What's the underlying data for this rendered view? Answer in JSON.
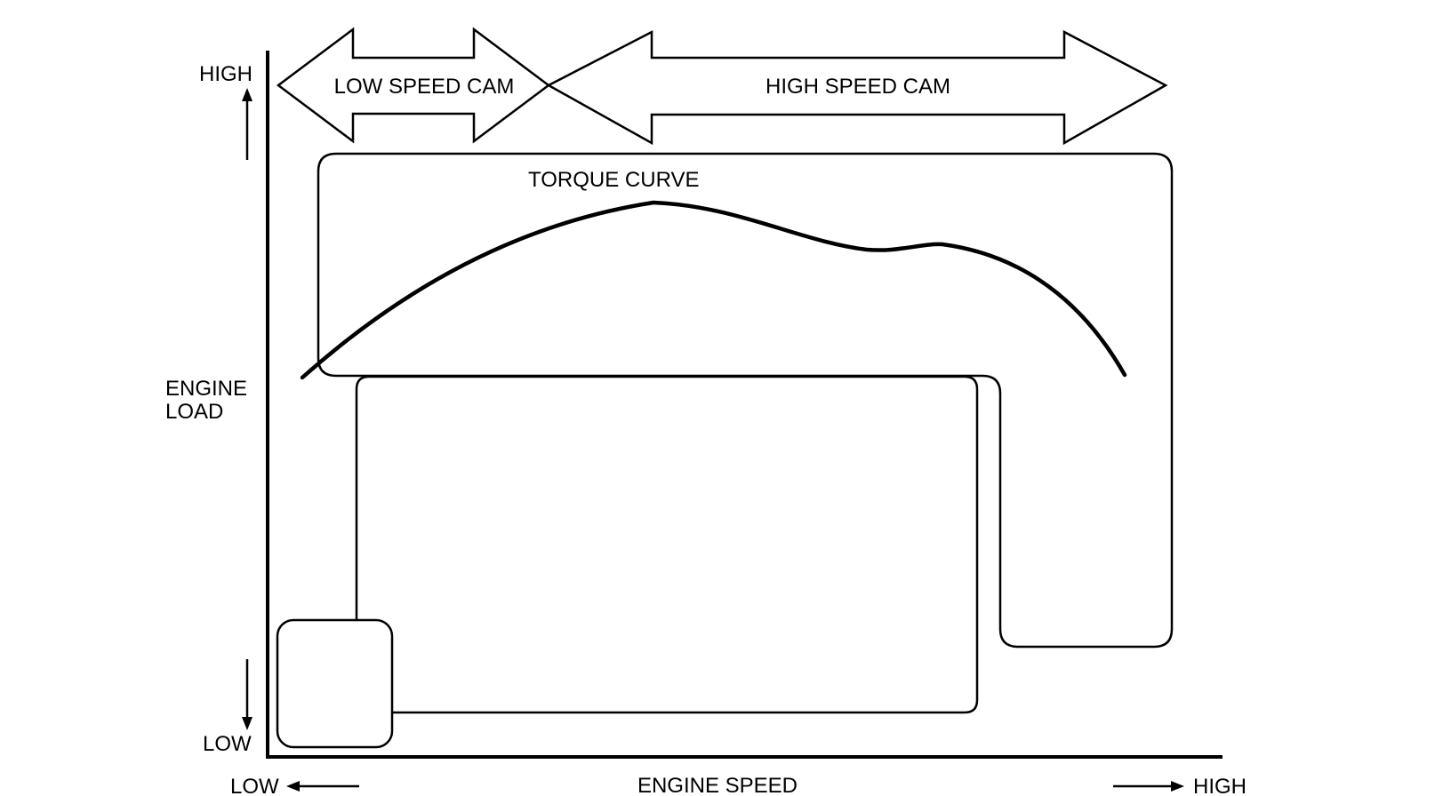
{
  "diagram": {
    "y_axis": {
      "label_line1": "ENGINE",
      "label_line2": "LOAD",
      "high_label": "HIGH",
      "low_label": "LOW"
    },
    "x_axis": {
      "label": "ENGINE SPEED",
      "low_label": "LOW",
      "high_label": "HIGH"
    },
    "cam_arrows": {
      "low_speed": "LOW SPEED CAM",
      "high_speed": "HIGH SPEED CAM"
    },
    "torque_curve_label": "TORQUE CURVE",
    "colors": {
      "line": "#000000",
      "background": "#ffffff"
    }
  }
}
